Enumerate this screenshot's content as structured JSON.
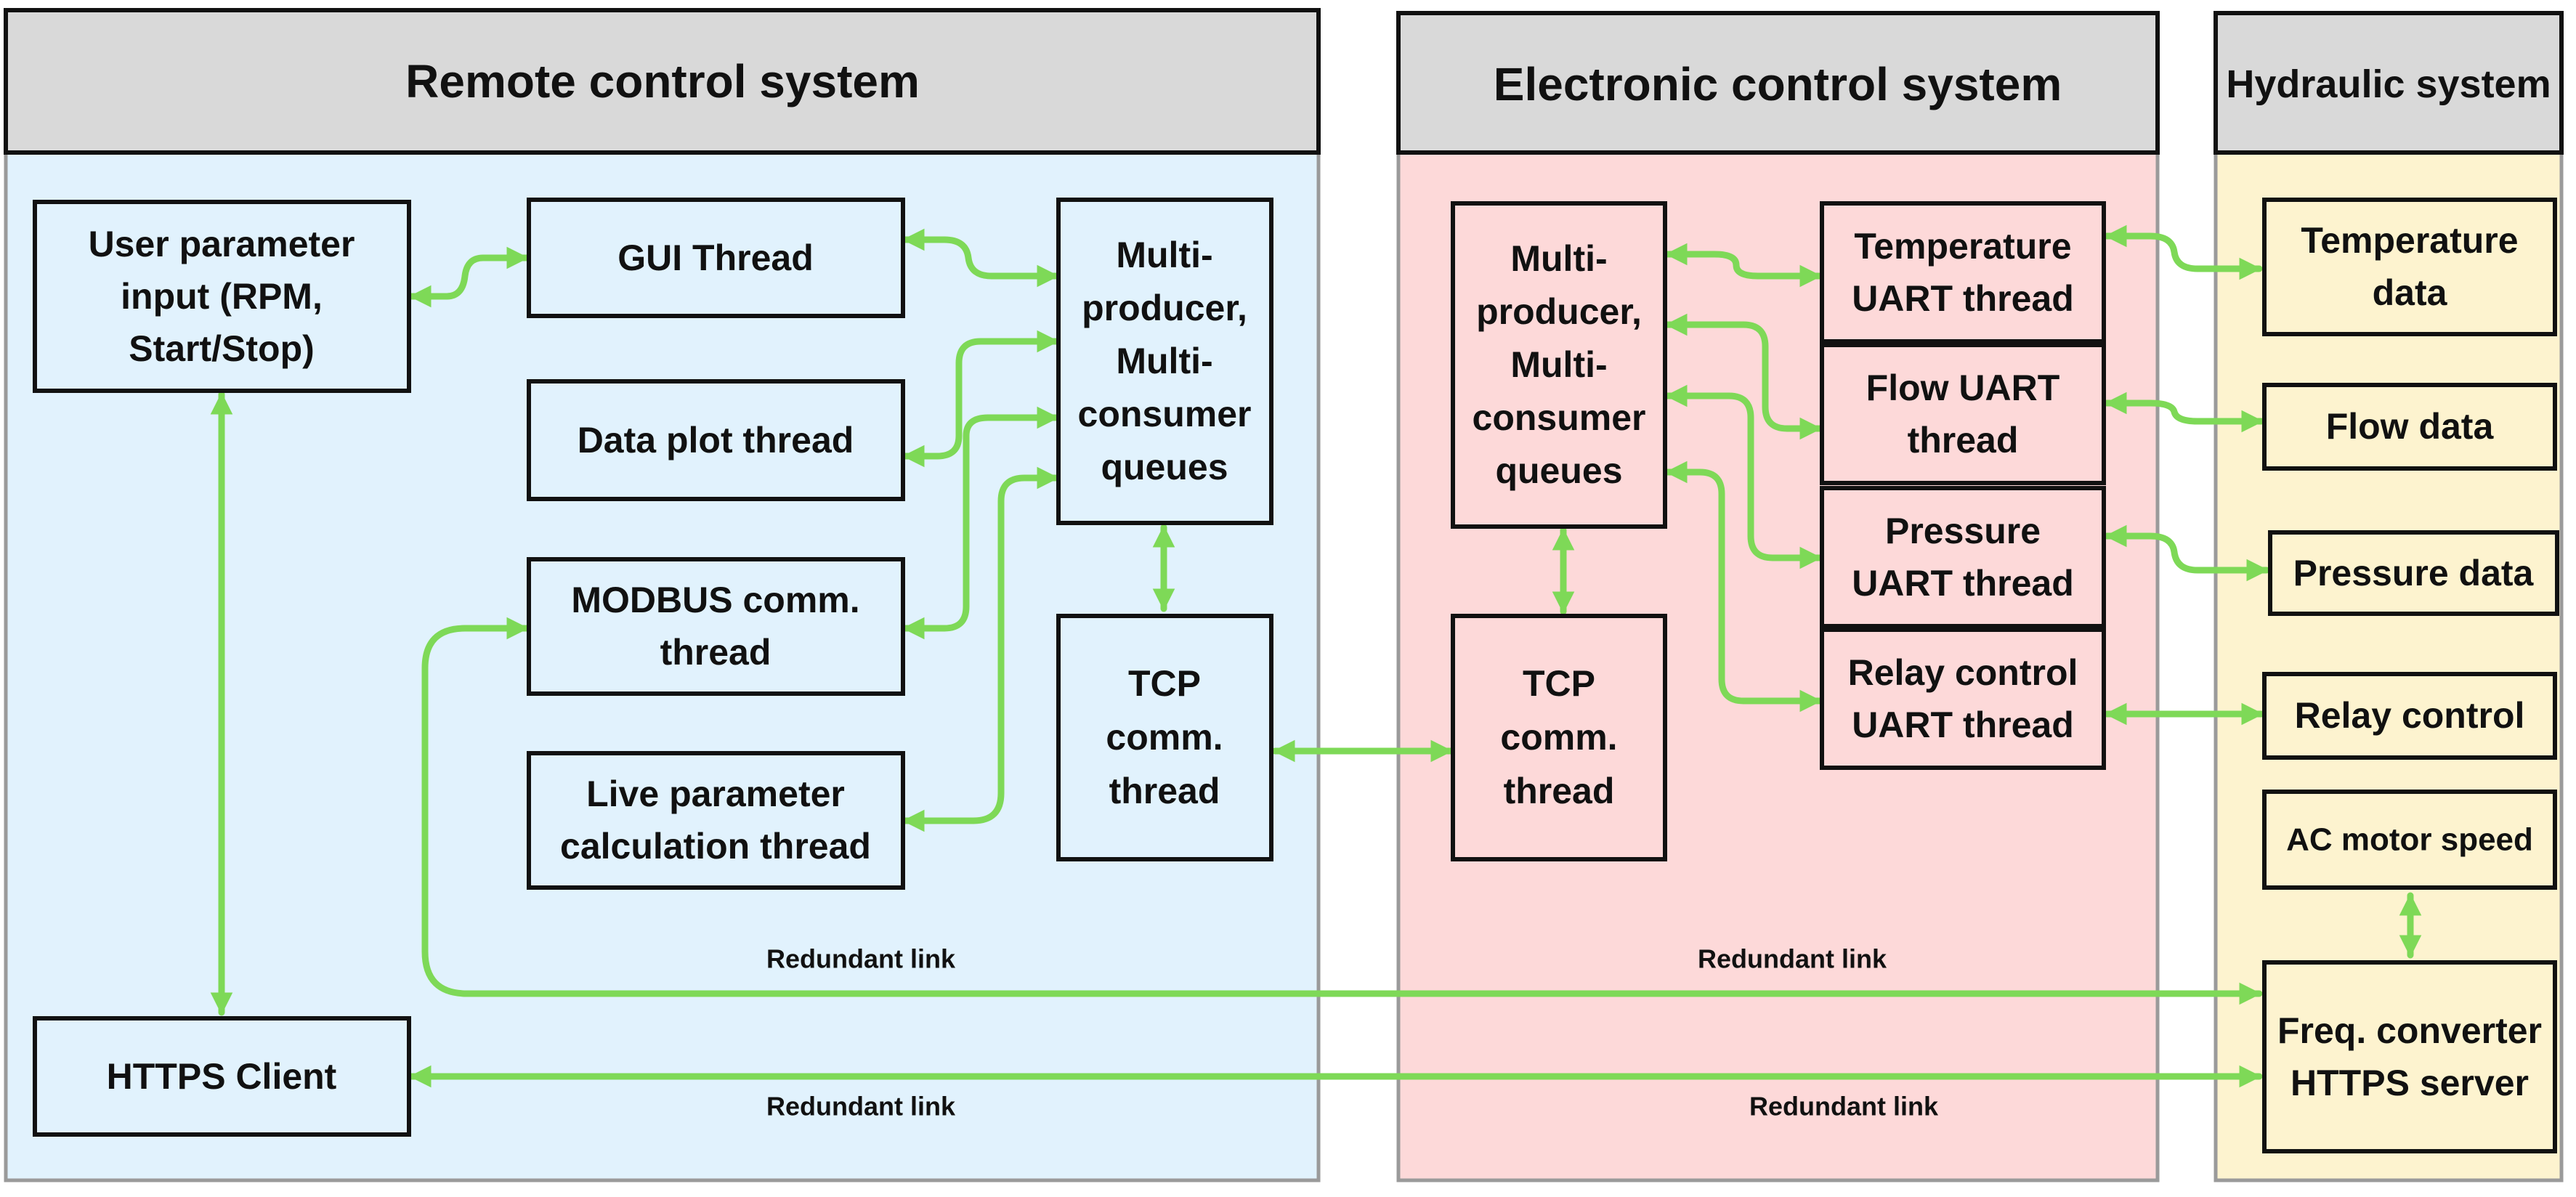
{
  "colors": {
    "remote_bg": "#e1f2fd",
    "electronic_bg": "#fdd9d9",
    "hydraulic_bg": "#fdf3cf",
    "header_bg": "#d9d9d9",
    "arrow": "#7ed957",
    "border": "#111111",
    "panel_border": "#9a9a9a"
  },
  "sections": {
    "remote": {
      "title": "Remote control system"
    },
    "electronic": {
      "title": "Electronic control system"
    },
    "hydraulic": {
      "title": "Hydraulic system"
    }
  },
  "nodes": {
    "user_input": [
      "User parameter",
      "input (RPM,",
      "Start/Stop)"
    ],
    "gui_thread": [
      "GUI Thread"
    ],
    "data_plot": [
      "Data plot thread"
    ],
    "modbus": [
      "MODBUS comm.",
      "thread"
    ],
    "live_param": [
      "Live parameter",
      "calculation thread"
    ],
    "queues_remote": [
      "Multi-",
      "producer,",
      "Multi-",
      "consumer",
      "queues"
    ],
    "tcp_remote": [
      "TCP",
      "comm.",
      "thread"
    ],
    "https_client": [
      "HTTPS Client"
    ],
    "queues_elec": [
      "Multi-",
      "producer,",
      "Multi-",
      "consumer",
      "queues"
    ],
    "tcp_elec": [
      "TCP",
      "comm.",
      "thread"
    ],
    "temp_uart": [
      "Temperature",
      "UART thread"
    ],
    "flow_uart": [
      "Flow UART",
      "thread"
    ],
    "pressure_uart": [
      "Pressure",
      "UART  thread"
    ],
    "relay_uart": [
      "Relay control",
      "UART thread"
    ],
    "temp_data": [
      "Temperature",
      "data"
    ],
    "flow_data": [
      "Flow data"
    ],
    "pressure_data": [
      "Pressure data"
    ],
    "relay_control": [
      "Relay control"
    ],
    "ac_motor": [
      "AC motor speed"
    ],
    "freq_converter": [
      "Freq. converter",
      "HTTPS server"
    ]
  },
  "links": {
    "label": "Redundant link"
  }
}
